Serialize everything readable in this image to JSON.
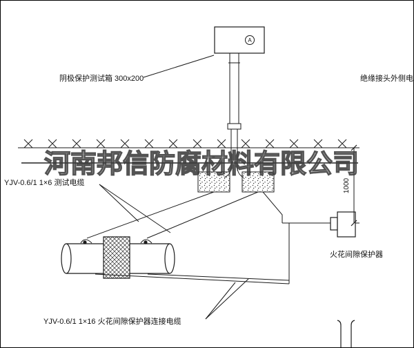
{
  "page": {
    "background": "#ffffff"
  },
  "watermark": {
    "text": "河南邦信防腐材料有限公司"
  },
  "diagram": {
    "test_box_label": "阴极保护测试箱 300x200",
    "test_box_symbol": "A",
    "insulated_joint_cable_label": "绝缘接头外侧电缆",
    "test_cable_label": "YJV-0.6/1 1×6  测试电缆",
    "dimension_label": "1000",
    "spark_gap_protector_label": "火花间隙保护器",
    "spark_gap_cable_label": "YJV-0.6/1 1×16  火花间隙保护器连接电缆",
    "colors": {
      "line": "#1a1a1a",
      "watermark": "#3c3c3c",
      "background": "#ffffff"
    }
  }
}
